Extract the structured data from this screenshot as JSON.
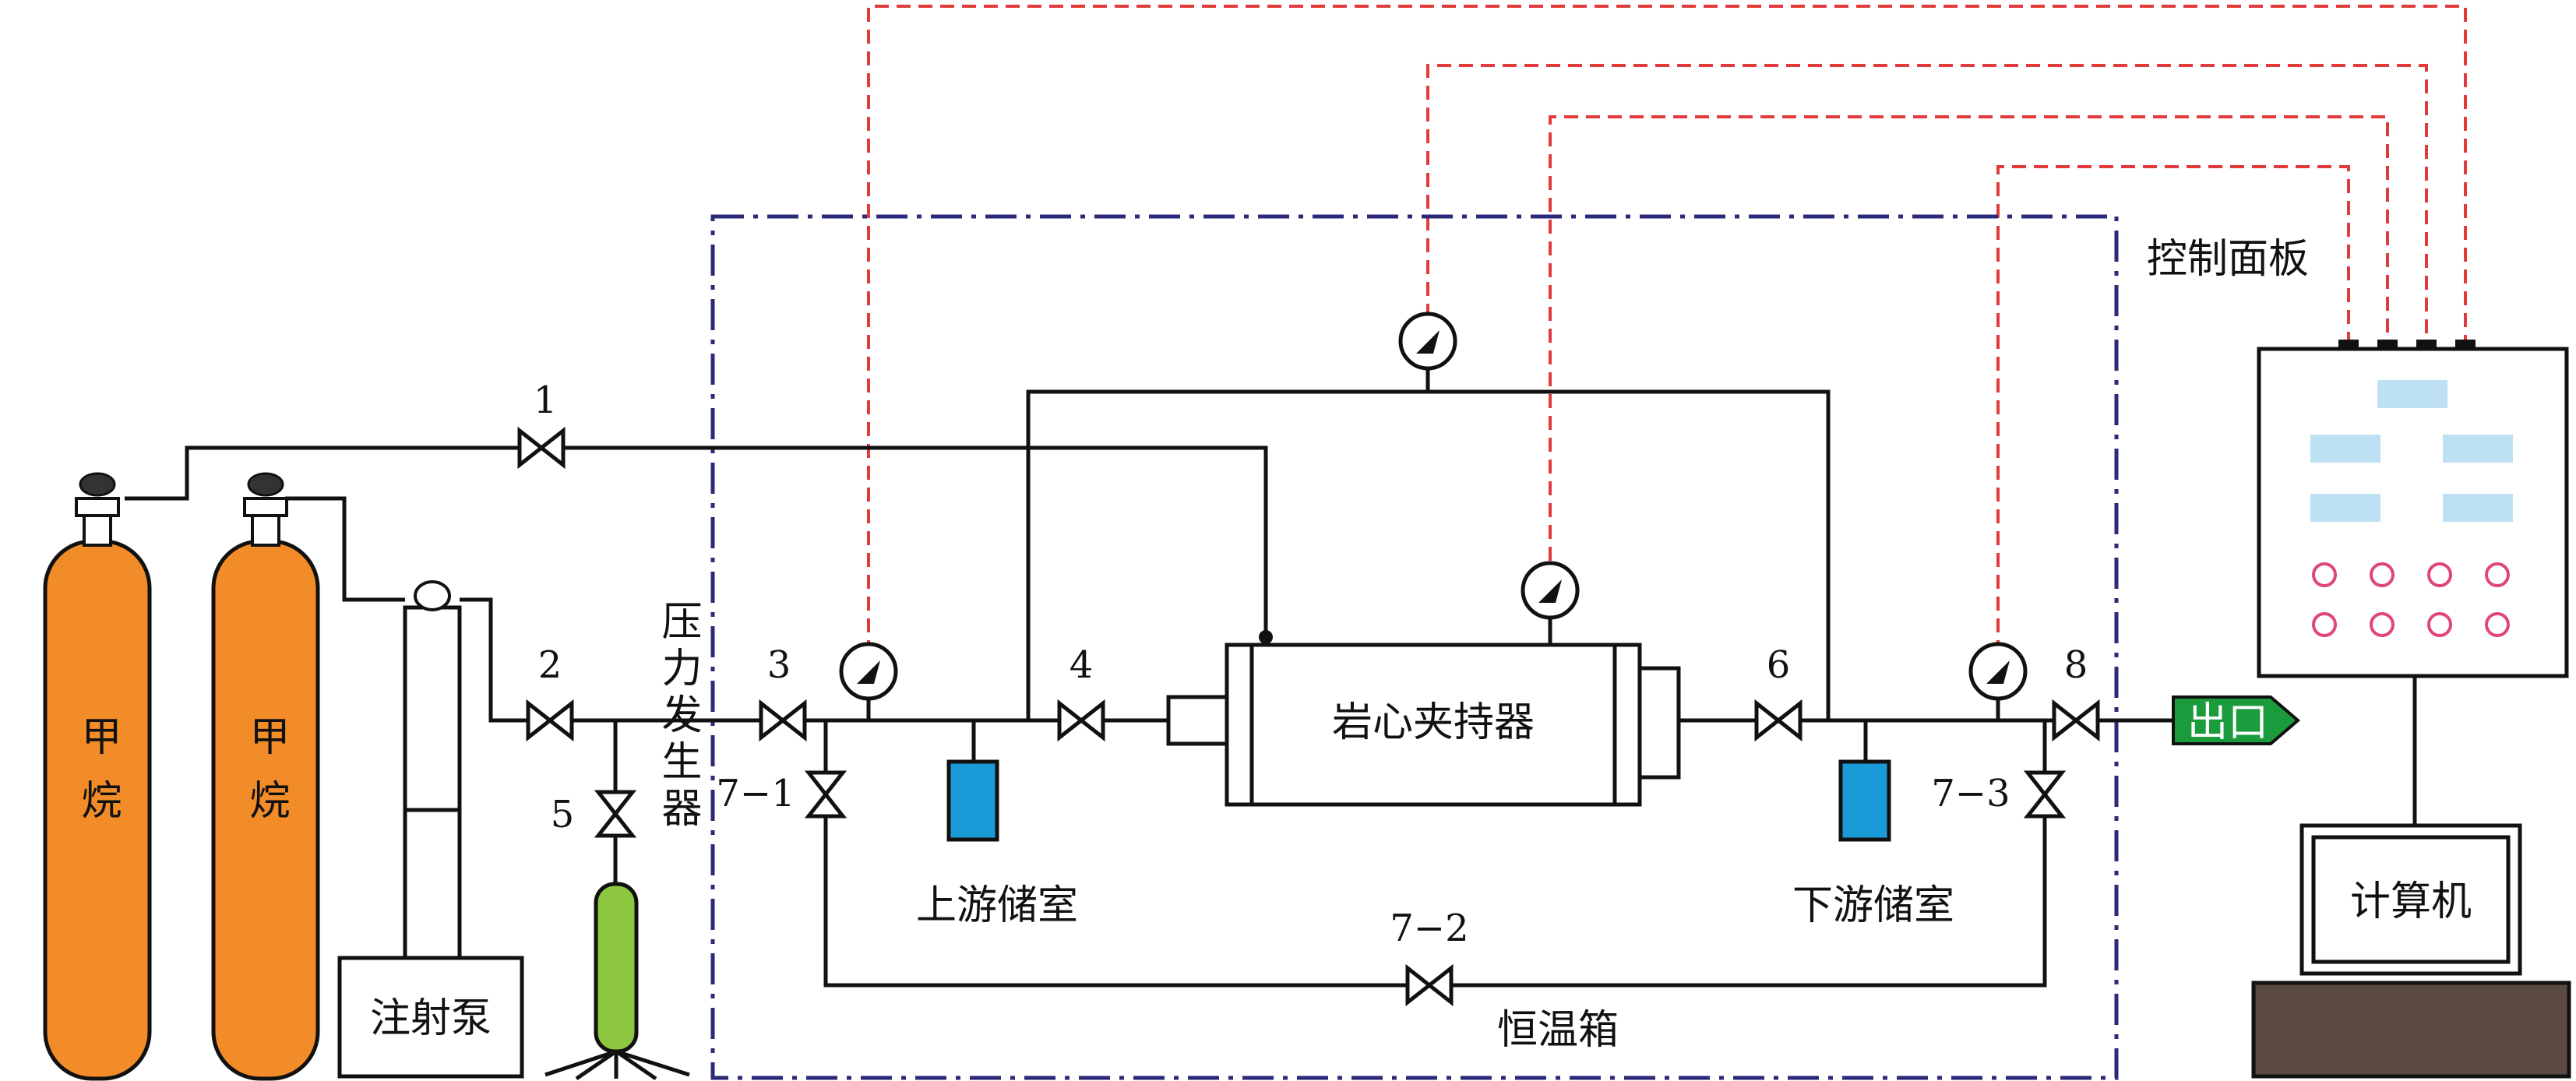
{
  "labels": {
    "cylinder_1": "甲烷",
    "cylinder_2": "甲烷",
    "pump": "注射泵",
    "pressure_generator": "压力发生器",
    "core_holder": "岩心夹持器",
    "upstream_chamber": "上游储室",
    "downstream_chamber": "下游储室",
    "incubator": "恒温箱",
    "control_panel": "控制面板",
    "computer": "计算机",
    "outlet": "出口"
  },
  "valves": {
    "v1": "1",
    "v2": "2",
    "v3": "3",
    "v4": "4",
    "v5": "5",
    "v6": "6",
    "v8": "8",
    "v7_1": "7−1",
    "v7_2": "7−2",
    "v7_3": "7−3"
  },
  "colors": {
    "cylinder": "#f28c28",
    "generator": "#8dc63f",
    "chamber_fill": "#1a9bd7",
    "outlet": "#1a9b3c",
    "signal": "#e23b3b",
    "incubator_border": "#2b2a7a",
    "panel_screen": "#bde0f3",
    "panel_button": "#e0457b",
    "base": "#5a4a42"
  }
}
